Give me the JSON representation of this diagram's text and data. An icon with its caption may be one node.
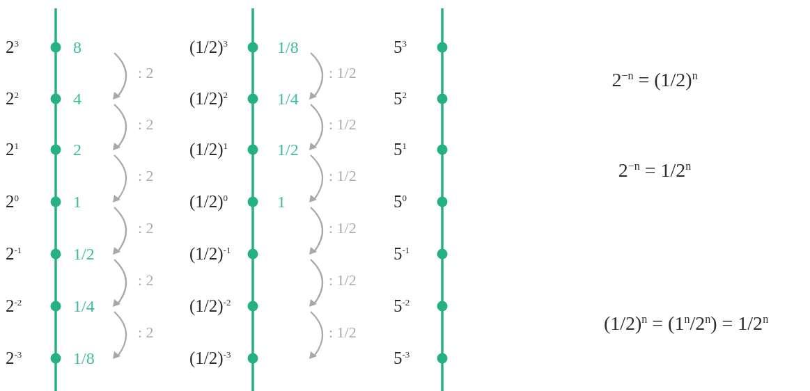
{
  "diagram": {
    "labels": [
      "2$^{3}$",
      "2$^{2}$",
      "2$^{1}$",
      "2$^{0}$",
      "2$^{-1}$",
      "2$^{-2}$",
      "2$^{-3}$",
      "8",
      "4",
      "2",
      "1",
      "1/2",
      "1/4",
      "1/8",
      ": 2",
      ": 2",
      ": 2",
      ": 2",
      ": 2",
      ": 2",
      "(1/2)$^{3}$",
      "(1/2)$^{2}$",
      "(1/2)$^{1}$",
      "(1/2)$^{0}$",
      "(1/2)$^{-1}$",
      "(1/2)$^{-2}$",
      "(1/2)$^{-3}$",
      "1/8",
      "1/4",
      "1/2",
      "1",
      ": 1/2",
      ": 1/2",
      ": 1/2",
      ": 1/2",
      ": 1/2",
      ": 1/2",
      "5$^{3}$",
      "5$^{2}$",
      "5$^{1}$",
      "5$^{0}$",
      "5$^{-1}$",
      "5$^{-2}$",
      "5$^{-3}$",
      "2$^{−n}$ = (1/2)$^{n}$",
      "2$^{−n}$ = 1/2$^{n}$",
      "(1/2)$^{n}$ = (1$^{n}$/2$^{n}$) = 1/2$^{n}$"
    ]
  }
}
